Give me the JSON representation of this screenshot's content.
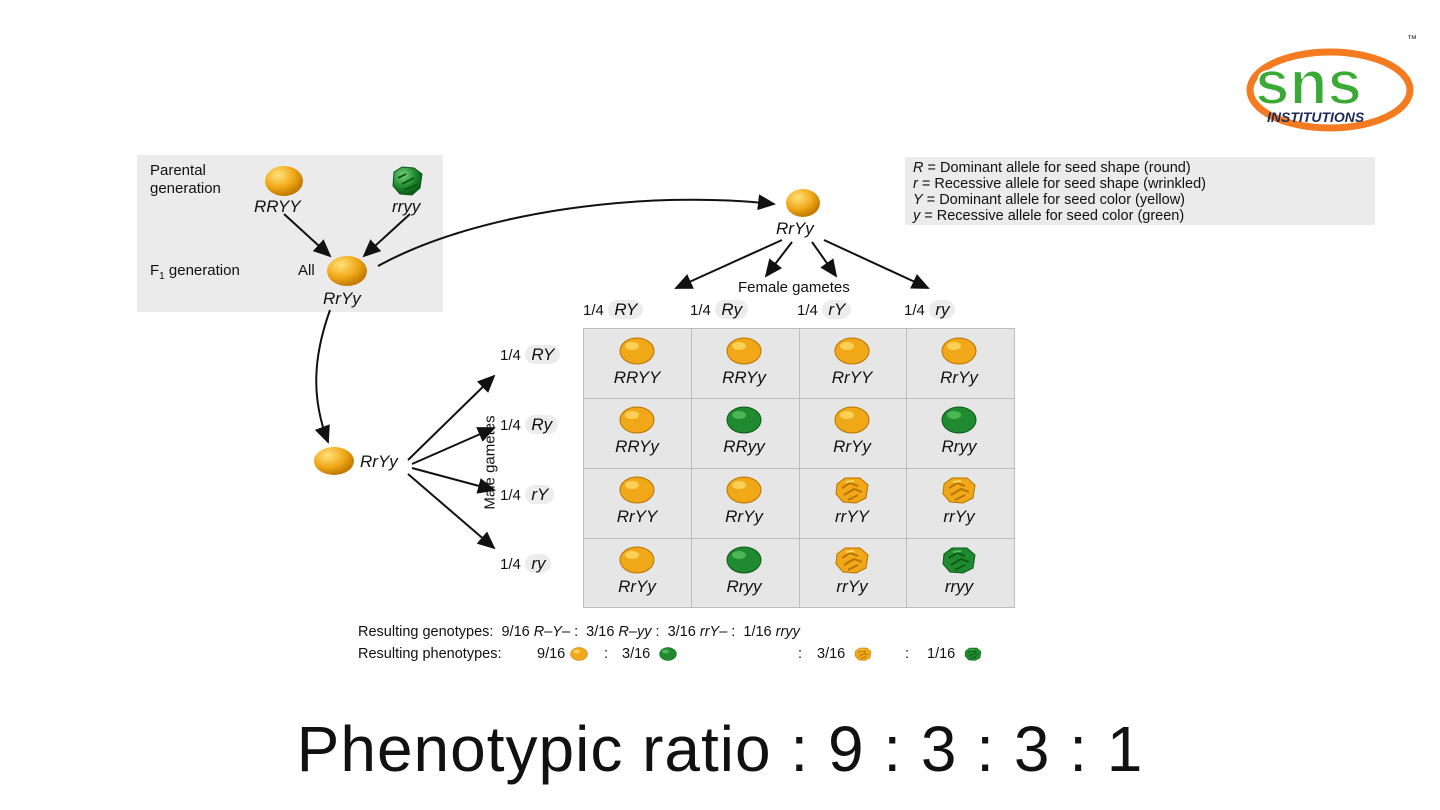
{
  "logo": {
    "brand": "sns",
    "subtitle": "INSTITUTIONS",
    "tm": "™"
  },
  "parental_box": {
    "parental_label_1": "Parental",
    "parental_label_2": "generation",
    "parent1_genotype": "RRYY",
    "parent2_genotype": "rryy",
    "f1_label": "F",
    "f1_sub": "1",
    "f1_label_rest": " generation",
    "f1_all": "All",
    "f1_genotype": "RrYy"
  },
  "female_parent_genotype": "RrYy",
  "male_parent_genotype": "RrYy",
  "legend": [
    {
      "symbol": "R",
      "text": " = Dominant allele for seed shape (round)"
    },
    {
      "symbol": "r",
      "text": "  = Recessive allele for seed shape (wrinkled)"
    },
    {
      "symbol": "Y",
      "text": " = Dominant allele for seed color (yellow)"
    },
    {
      "symbol": "y",
      "text": " = Recessive allele for seed color (green)"
    }
  ],
  "female_gametes_label": "Female gametes",
  "male_gametes_label": "Male gametes",
  "female_gametes": [
    {
      "frac": "1/4",
      "allele": "RY"
    },
    {
      "frac": "1/4",
      "allele": "Ry"
    },
    {
      "frac": "1/4",
      "allele": "rY"
    },
    {
      "frac": "1/4",
      "allele": "ry"
    }
  ],
  "male_gametes": [
    {
      "frac": "1/4",
      "allele": "RY"
    },
    {
      "frac": "1/4",
      "allele": "Ry"
    },
    {
      "frac": "1/4",
      "allele": "rY"
    },
    {
      "frac": "1/4",
      "allele": "ry"
    }
  ],
  "punnett": [
    [
      {
        "g": "RRYY",
        "p": "round-yellow"
      },
      {
        "g": "RRYy",
        "p": "round-yellow"
      },
      {
        "g": "RrYY",
        "p": "round-yellow"
      },
      {
        "g": "RrYy",
        "p": "round-yellow"
      }
    ],
    [
      {
        "g": "RRYy",
        "p": "round-yellow"
      },
      {
        "g": "RRyy",
        "p": "round-green"
      },
      {
        "g": "RrYy",
        "p": "round-yellow"
      },
      {
        "g": "Rryy",
        "p": "round-green"
      }
    ],
    [
      {
        "g": "RrYY",
        "p": "round-yellow"
      },
      {
        "g": "RrYy",
        "p": "round-yellow"
      },
      {
        "g": "rrYY",
        "p": "wrinkled-yellow"
      },
      {
        "g": "rrYy",
        "p": "wrinkled-yellow"
      }
    ],
    [
      {
        "g": "RrYy",
        "p": "round-yellow"
      },
      {
        "g": "Rryy",
        "p": "round-green"
      },
      {
        "g": "rrYy",
        "p": "wrinkled-yellow"
      },
      {
        "g": "rryy",
        "p": "wrinkled-green"
      }
    ]
  ],
  "genotypes_row": {
    "label": "Resulting genotypes:",
    "items": [
      {
        "frac": "9/16",
        "geno": "R–Y–",
        "sep": " :"
      },
      {
        "frac": "3/16",
        "geno": "R–yy",
        "sep": " :"
      },
      {
        "frac": "3/16",
        "geno": "rrY–",
        "sep": " :"
      },
      {
        "frac": "1/16",
        "geno": "rryy",
        "sep": ""
      }
    ]
  },
  "phenotypes_row": {
    "label": "Resulting phenotypes:",
    "items": [
      {
        "frac": "9/16",
        "p": "round-yellow",
        "sep": ":"
      },
      {
        "frac": "3/16",
        "p": "round-green",
        "sep": ":"
      },
      {
        "frac": "3/16",
        "p": "wrinkled-yellow",
        "sep": ":"
      },
      {
        "frac": "1/16",
        "p": "wrinkled-green",
        "sep": ""
      }
    ]
  },
  "caption": "Phenotypic ratio : 9 : 3 : 3 : 1",
  "colors": {
    "yellow": "#f0a818",
    "yellow_light": "#ffd866",
    "green": "#1f8a2f",
    "green_light": "#58c060",
    "box": "#ebebeb",
    "logo_green": "#3aa935",
    "logo_orange": "#f47b20"
  }
}
